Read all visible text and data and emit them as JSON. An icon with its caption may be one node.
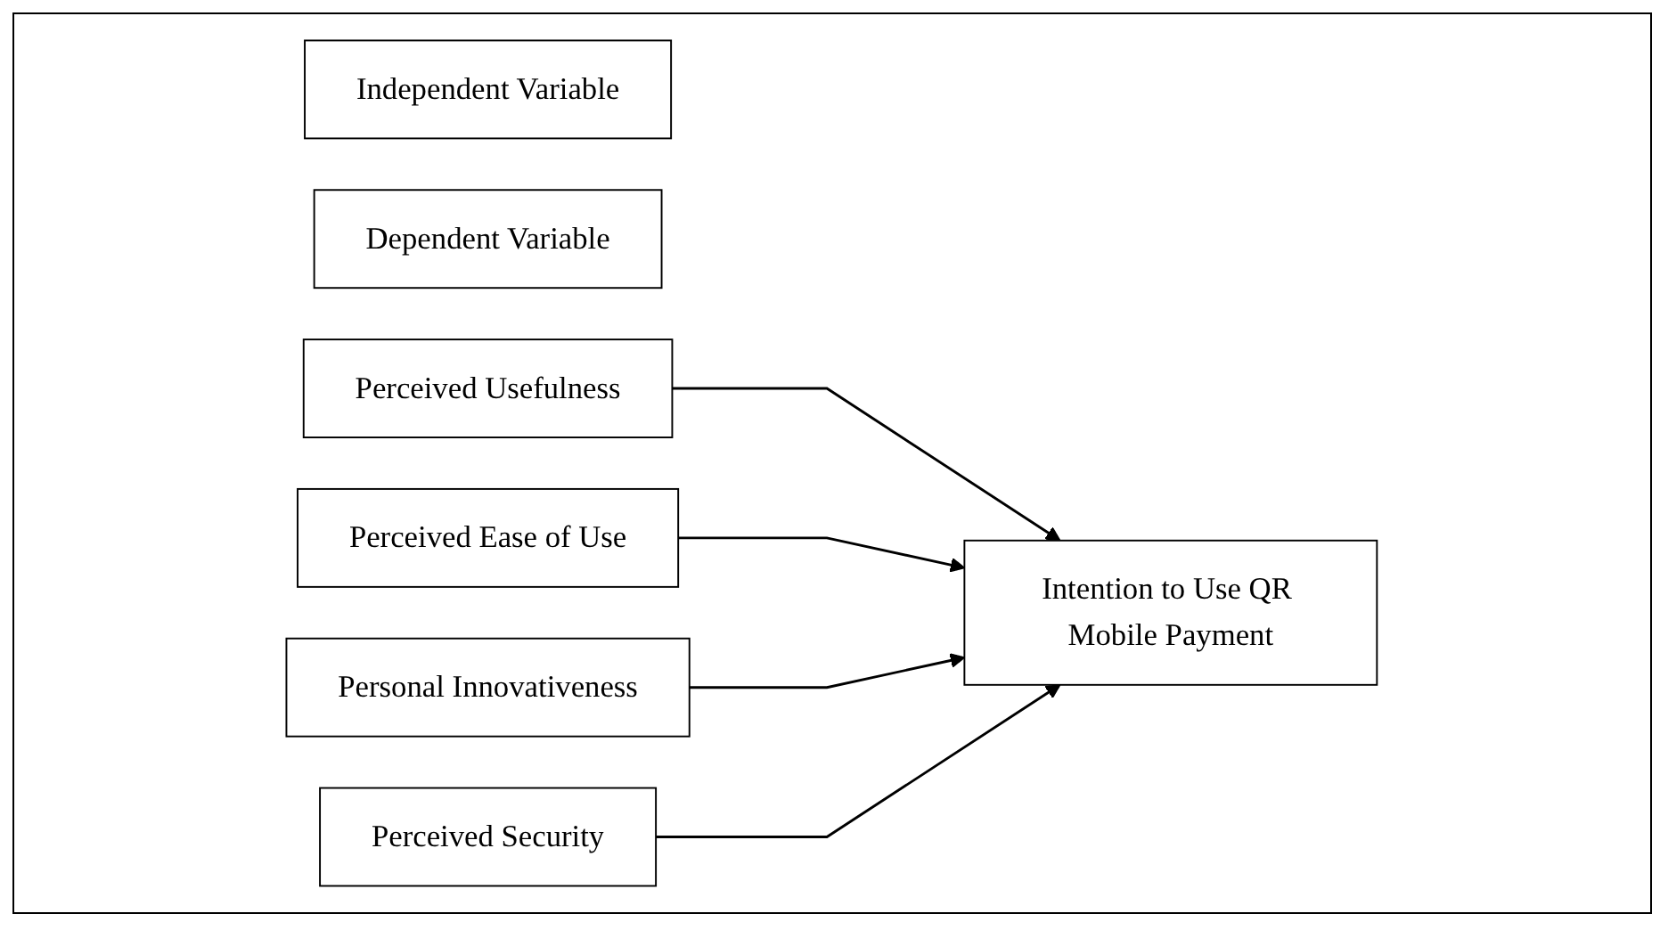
{
  "diagram": {
    "nodes": [
      {
        "text": [
          "Independent Variable"
        ]
      },
      {
        "text": [
          "Dependent Variable"
        ]
      },
      {
        "text": [
          "Perceived Usefulness"
        ]
      },
      {
        "text": [
          "Perceived Ease of Use"
        ]
      },
      {
        "text": [
          "Personal Innovativeness"
        ]
      },
      {
        "text": [
          "Perceived Security"
        ]
      },
      {
        "text": [
          "Intention to Use QR Mobile Payment"
        ]
      }
    ],
    "edges": [
      {
        "from": 2,
        "to": 6,
        "arrow": "to"
      },
      {
        "from": 3,
        "to": 6,
        "arrow": "to"
      },
      {
        "from": 4,
        "to": 6,
        "arrow": "to"
      },
      {
        "from": 5,
        "to": 6,
        "arrow": "to"
      }
    ]
  }
}
